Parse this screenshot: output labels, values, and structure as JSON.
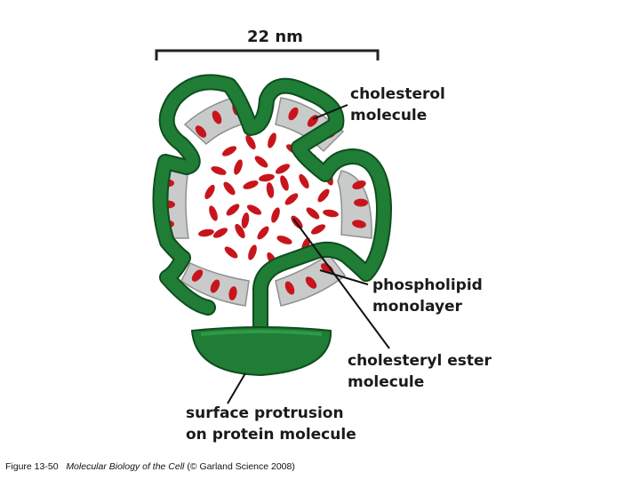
{
  "scale": {
    "label": "22 nm"
  },
  "labels": {
    "cholesterol": [
      "cholesterol",
      "molecule"
    ],
    "phospholipid": [
      "phospholipid",
      "monolayer"
    ],
    "cholesteryl_ester": [
      "cholesteryl ester",
      "molecule"
    ],
    "surface_protrusion": [
      "surface protrusion",
      "on protein molecule"
    ]
  },
  "caption": {
    "figure": "Figure 13-50",
    "title": "Molecular Biology of the Cell",
    "credit": "(© Garland Science 2008)"
  },
  "colors": {
    "protein": "#1f7d35",
    "protein_edge": "#0f4d1e",
    "monolayer": "#c9cbcb",
    "monolayer_edge": "#8e9090",
    "lipid": "#c8151b",
    "lipid_light": "#e03a3a",
    "leader": "#111111"
  }
}
